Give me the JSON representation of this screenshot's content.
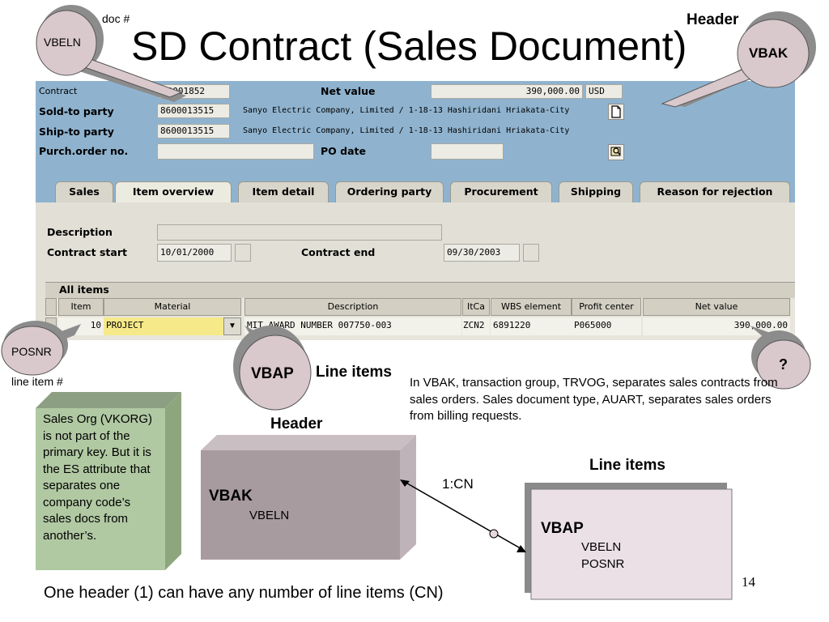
{
  "slide": {
    "title": "SD Contract (Sales Document)",
    "page_number": "14",
    "bottom_caption": "One header (1) can have any number of line items (CN)"
  },
  "callouts": {
    "doc_num": "doc #",
    "vbeln": "VBELN",
    "header": "Header",
    "vbak": "VBAK",
    "posnr": "POSNR",
    "line_item_num": "line item #",
    "vbap": "VBAP",
    "line_items": "Line items",
    "question": "?",
    "trvog_note": "In VBAK, transaction group, TRVOG, separates sales contracts from sales orders. Sales document type, AUART, separates sales orders from billing requests.",
    "sales_org_note": "Sales Org (VKORG) is not part of the primary key. But it is the ES attribute that separates one company code’s sales docs from another’s."
  },
  "sap_screen": {
    "contract_label": "Contract",
    "contract_value": "40001852",
    "net_value_label": "Net value",
    "net_value": "390,000.00",
    "currency": "USD",
    "sold_to_label": "Sold-to party",
    "sold_to_value": "8600013515",
    "sold_to_text": "Sanyo Electric Company, Limited / 1-18-13 Hashiridani Hriakata-City",
    "ship_to_label": "Ship-to party",
    "ship_to_value": "8600013515",
    "ship_to_text": "Sanyo Electric Company, Limited / 1-18-13 Hashiridani Hriakata-City",
    "purch_order_label": "Purch.order no.",
    "po_date_label": "PO date",
    "tabs": [
      "Sales",
      "Item overview",
      "Item detail",
      "Ordering party",
      "Procurement",
      "Shipping",
      "Reason for rejection"
    ],
    "description_label": "Description",
    "contract_start_label": "Contract start",
    "contract_start": "10/01/2000",
    "contract_end_label": "Contract end",
    "contract_end": "09/30/2003",
    "all_items_label": "All items",
    "columns": [
      "Item",
      "Material",
      "Description",
      "ItCa",
      "WBS element",
      "Profit center",
      "Net value"
    ],
    "row": {
      "item": "10",
      "material": "PROJECT",
      "description": "MIT AWARD NUMBER 007750-003",
      "itca": "ZCN2",
      "wbs": "6891220",
      "profit_center": "P065000",
      "net_value": "390,000.00"
    }
  },
  "diagram": {
    "header_label": "Header",
    "vbak_title": "VBAK",
    "vbak_field": "VBELN",
    "line_items_label": "Line items",
    "relationship": "1:CN",
    "vbap_title": "VBAP",
    "vbap_fields": [
      "VBELN",
      "POSNR"
    ]
  },
  "colors": {
    "sap_background": "#8fb3cf",
    "bubble_fill": "#d9c8cc",
    "bubble_shadow": "#8c8c8c",
    "vbak_box": "#a89ba0",
    "vbap_box": "#eae0e6",
    "note_box": "#b1c9a3",
    "material_highlight": "#f5e98a"
  }
}
